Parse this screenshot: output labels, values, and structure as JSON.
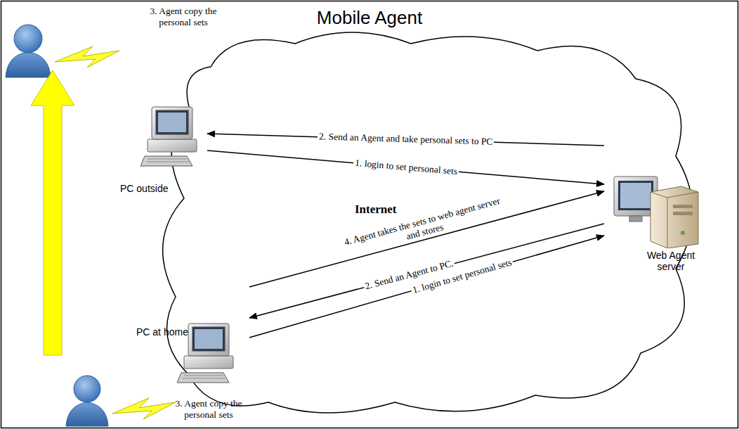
{
  "diagram": {
    "title": "Mobile Agent",
    "nodes": [
      {
        "text": [
          "PC outside"
        ]
      },
      {
        "text": [
          "Web Agent server"
        ]
      },
      {
        "text": [
          "PC at home"
        ]
      }
    ],
    "edges": [
      {
        "from": 1,
        "to": 0,
        "label": "2. Send an Agent and take personal sets to PC",
        "arrow": "to"
      },
      {
        "from": 0,
        "to": 1,
        "label": "1. login to set personal sets",
        "arrow": "to"
      },
      {
        "from": 2,
        "to": 1,
        "label": "4. Agent takes the sets to web agent server and stores",
        "arrow": "to"
      },
      {
        "from": 1,
        "to": 2,
        "label": "2. Send an Agent to PC.",
        "arrow": "to"
      },
      {
        "from": 2,
        "to": 1,
        "label": "1. login to set personal sets",
        "arrow": "to"
      }
    ],
    "labels": [
      "3. Agent copy the personal sets",
      "Internet",
      "3. Agent copy the personal sets"
    ]
  }
}
